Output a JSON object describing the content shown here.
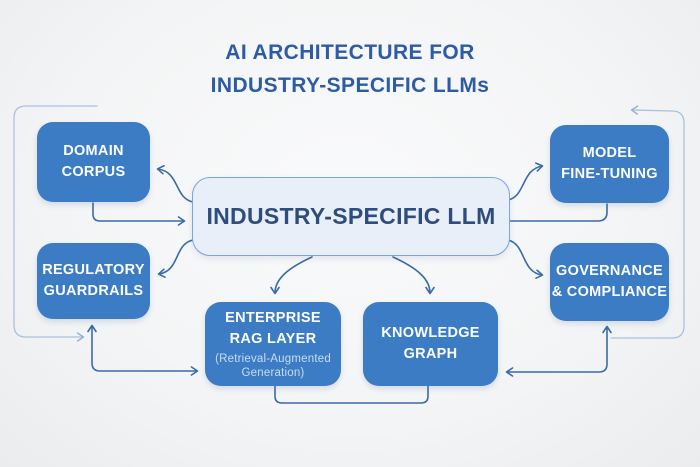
{
  "title": {
    "line1": "AI ARCHITECTURE FOR",
    "line2": "INDUSTRY-SPECIFIC LLMs"
  },
  "center": {
    "label": "INDUSTRY-SPECIFIC LLM"
  },
  "nodes": {
    "domain_corpus": {
      "lines": [
        "DOMAIN",
        "CORPUS"
      ]
    },
    "model_fine_tuning": {
      "lines": [
        "MODEL",
        "FINE-TUNING"
      ]
    },
    "regulatory_guardrails": {
      "lines": [
        "REGULATORY",
        "GUARDRAILS"
      ]
    },
    "governance_compliance": {
      "lines": [
        "GOVERNANCE",
        "& COMPLIANCE"
      ]
    },
    "enterprise_rag": {
      "lines": [
        "ENTERPRISE",
        "RAG LAYER"
      ],
      "sub": [
        "(Retrieval-Augmented",
        "Generation)"
      ]
    },
    "knowledge_graph": {
      "lines": [
        "KNOWLEDGE",
        "GRAPH"
      ]
    }
  },
  "colors": {
    "node_fill": "#3b7cc4",
    "node_text": "#fdfefe",
    "node_subtext": "#c9dcf1",
    "center_fill": "#e8eff8",
    "center_border": "#7ba6d8",
    "center_text": "#2e4c7c",
    "title_text": "#2d5ba6",
    "arrow_dark": "#3a6ba9",
    "arrow_light": "#a9c2dc",
    "background": "#f4f5f6"
  }
}
